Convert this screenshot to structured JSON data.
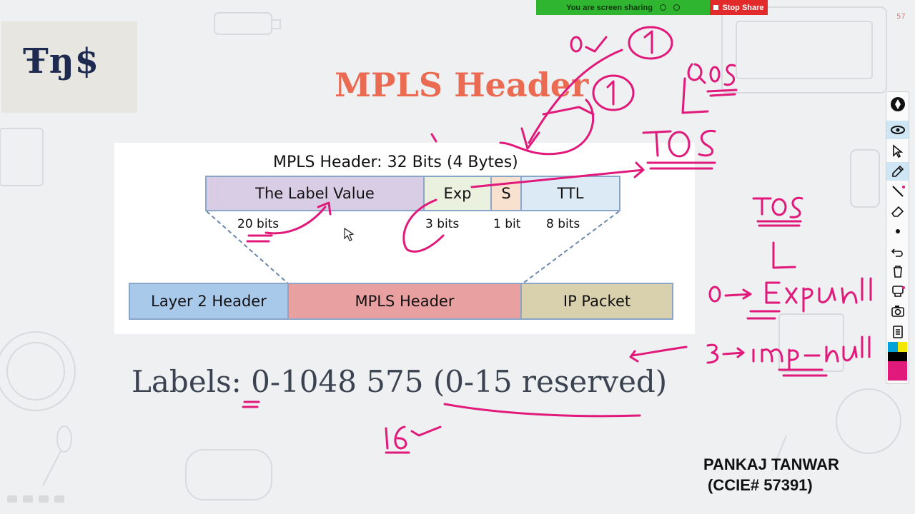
{
  "screen_share": {
    "status_text": "You are screen sharing",
    "stop_label": "Stop Share"
  },
  "page_number": "57",
  "logo": {
    "text": "Ŧŋ$"
  },
  "slide": {
    "title": "MPLS Header",
    "diagram": {
      "caption": "MPLS Header: 32 Bits (4 Bytes)",
      "fields": [
        {
          "label": "The Label Value",
          "bits": "20 bits",
          "color": "#d9cde6"
        },
        {
          "label": "Exp",
          "bits": "3 bits",
          "color": "#eaf1df"
        },
        {
          "label": "S",
          "bits": "1 bit",
          "color": "#f9e1cf"
        },
        {
          "label": "TTL",
          "bits": "8 bits",
          "color": "#dbeaf5"
        }
      ],
      "frame": [
        {
          "label": "Layer 2 Header",
          "color": "#a9c9ea"
        },
        {
          "label": "MPLS Header",
          "color": "#e8a0a0"
        },
        {
          "label": "IP Packet",
          "color": "#d9d1ad"
        }
      ]
    },
    "labels_line": "Labels: 0-1048 575 (0-15 reserved)",
    "presenter": {
      "name": "PANKAJ TANWAR",
      "credential": "(CCIE# 57391)"
    }
  },
  "annotations": {
    "ink_color": "#e0197a",
    "notes": [
      "0",
      "1",
      "QoS",
      "TOS",
      "TOS",
      "0 → Exp null",
      "3 → Imp-null",
      "16"
    ]
  },
  "toolbar": {
    "tools": [
      "pen-logo-icon",
      "eye-icon",
      "pointer-icon",
      "highlighter-icon",
      "line-icon",
      "eraser-icon",
      "dot-icon",
      "undo-icon",
      "trash-icon",
      "stamp-icon",
      "camera-icon",
      "clipboard-icon",
      "color-palette-icon"
    ],
    "palette": [
      "#00a3d9",
      "#f3e600",
      "#000000",
      "#e0197a"
    ]
  }
}
